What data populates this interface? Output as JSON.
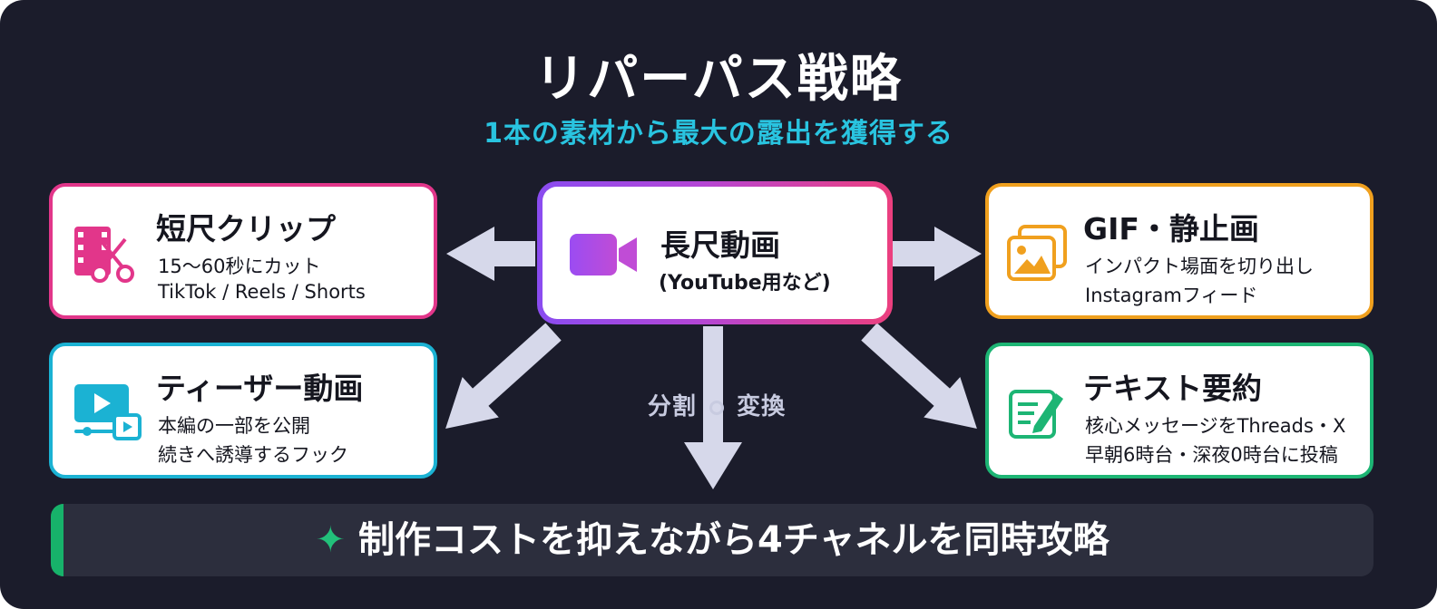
{
  "header": {
    "title": "リパーパス戦略",
    "subtitle": "1本の素材から最大の露出を獲得する"
  },
  "center_node": {
    "title": "長尺動画",
    "subtitle": "(YouTube用など)",
    "icon": "video-camera-icon"
  },
  "flow_label": {
    "left": "分割",
    "right": "変換"
  },
  "nodes": {
    "short_clip": {
      "title": "短尺クリップ",
      "line1": "15〜60秒にカット",
      "line2": "TikTok / Reels / Shorts",
      "icon": "film-scissors-icon",
      "color": "#e2368a"
    },
    "teaser": {
      "title": "ティーザー動画",
      "line1": "本編の一部を公開",
      "line2": "続きへ誘導するフック",
      "icon": "video-player-icon",
      "color": "#1bb2d3"
    },
    "gif": {
      "title": "GIF・静止画",
      "line1": "インパクト場面を切り出し",
      "line2": "Instagramフィード",
      "icon": "image-gallery-icon",
      "color": "#f0a01e"
    },
    "text_summary": {
      "title": "テキスト要約",
      "line1": "核心メッセージをThreads・X",
      "line2": "早朝6時台・深夜0時台に投稿",
      "icon": "edit-note-icon",
      "color": "#1db574"
    }
  },
  "banner": {
    "icon": "sparkle-icon",
    "text": "制作コストを抑えながら4チャネルを同時攻略"
  },
  "colors": {
    "background": "#1b1c2b",
    "accent_cyan": "#29c4e0",
    "arrow": "#d6d8ea",
    "center_gradient_start": "#8a4cf0",
    "center_gradient_end": "#ec3f7e",
    "banner_accent": "#17b26a"
  }
}
